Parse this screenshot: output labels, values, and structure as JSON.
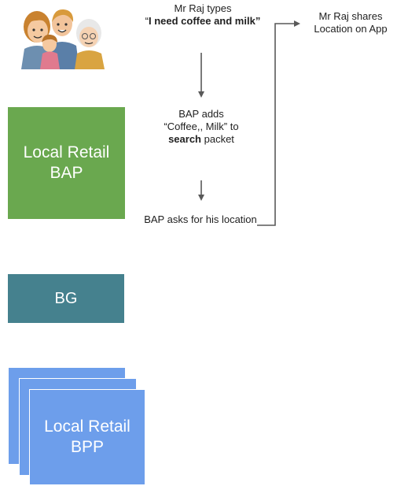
{
  "boxes": {
    "bap": "Local Retail\nBAP",
    "bg": "BG",
    "bpp": "Local Retail\nBPP"
  },
  "steps": {
    "step1": {
      "line1": "Mr Raj types",
      "quote_open": "“",
      "bold": "I need coffee and milk”"
    },
    "step2": {
      "line1": "BAP adds",
      "line2": "“Coffee,, Milk” to",
      "bold": "search",
      "rest": " packet"
    },
    "step3": {
      "text": "BAP asks for his location"
    },
    "step4": {
      "text": "Mr Raj shares Location on App"
    }
  },
  "colors": {
    "bap": "#6aa84f",
    "bg": "#45818e",
    "bpp": "#6d9eeb",
    "arrow": "#595959"
  },
  "icons": {
    "family": "family-illustration-icon"
  }
}
